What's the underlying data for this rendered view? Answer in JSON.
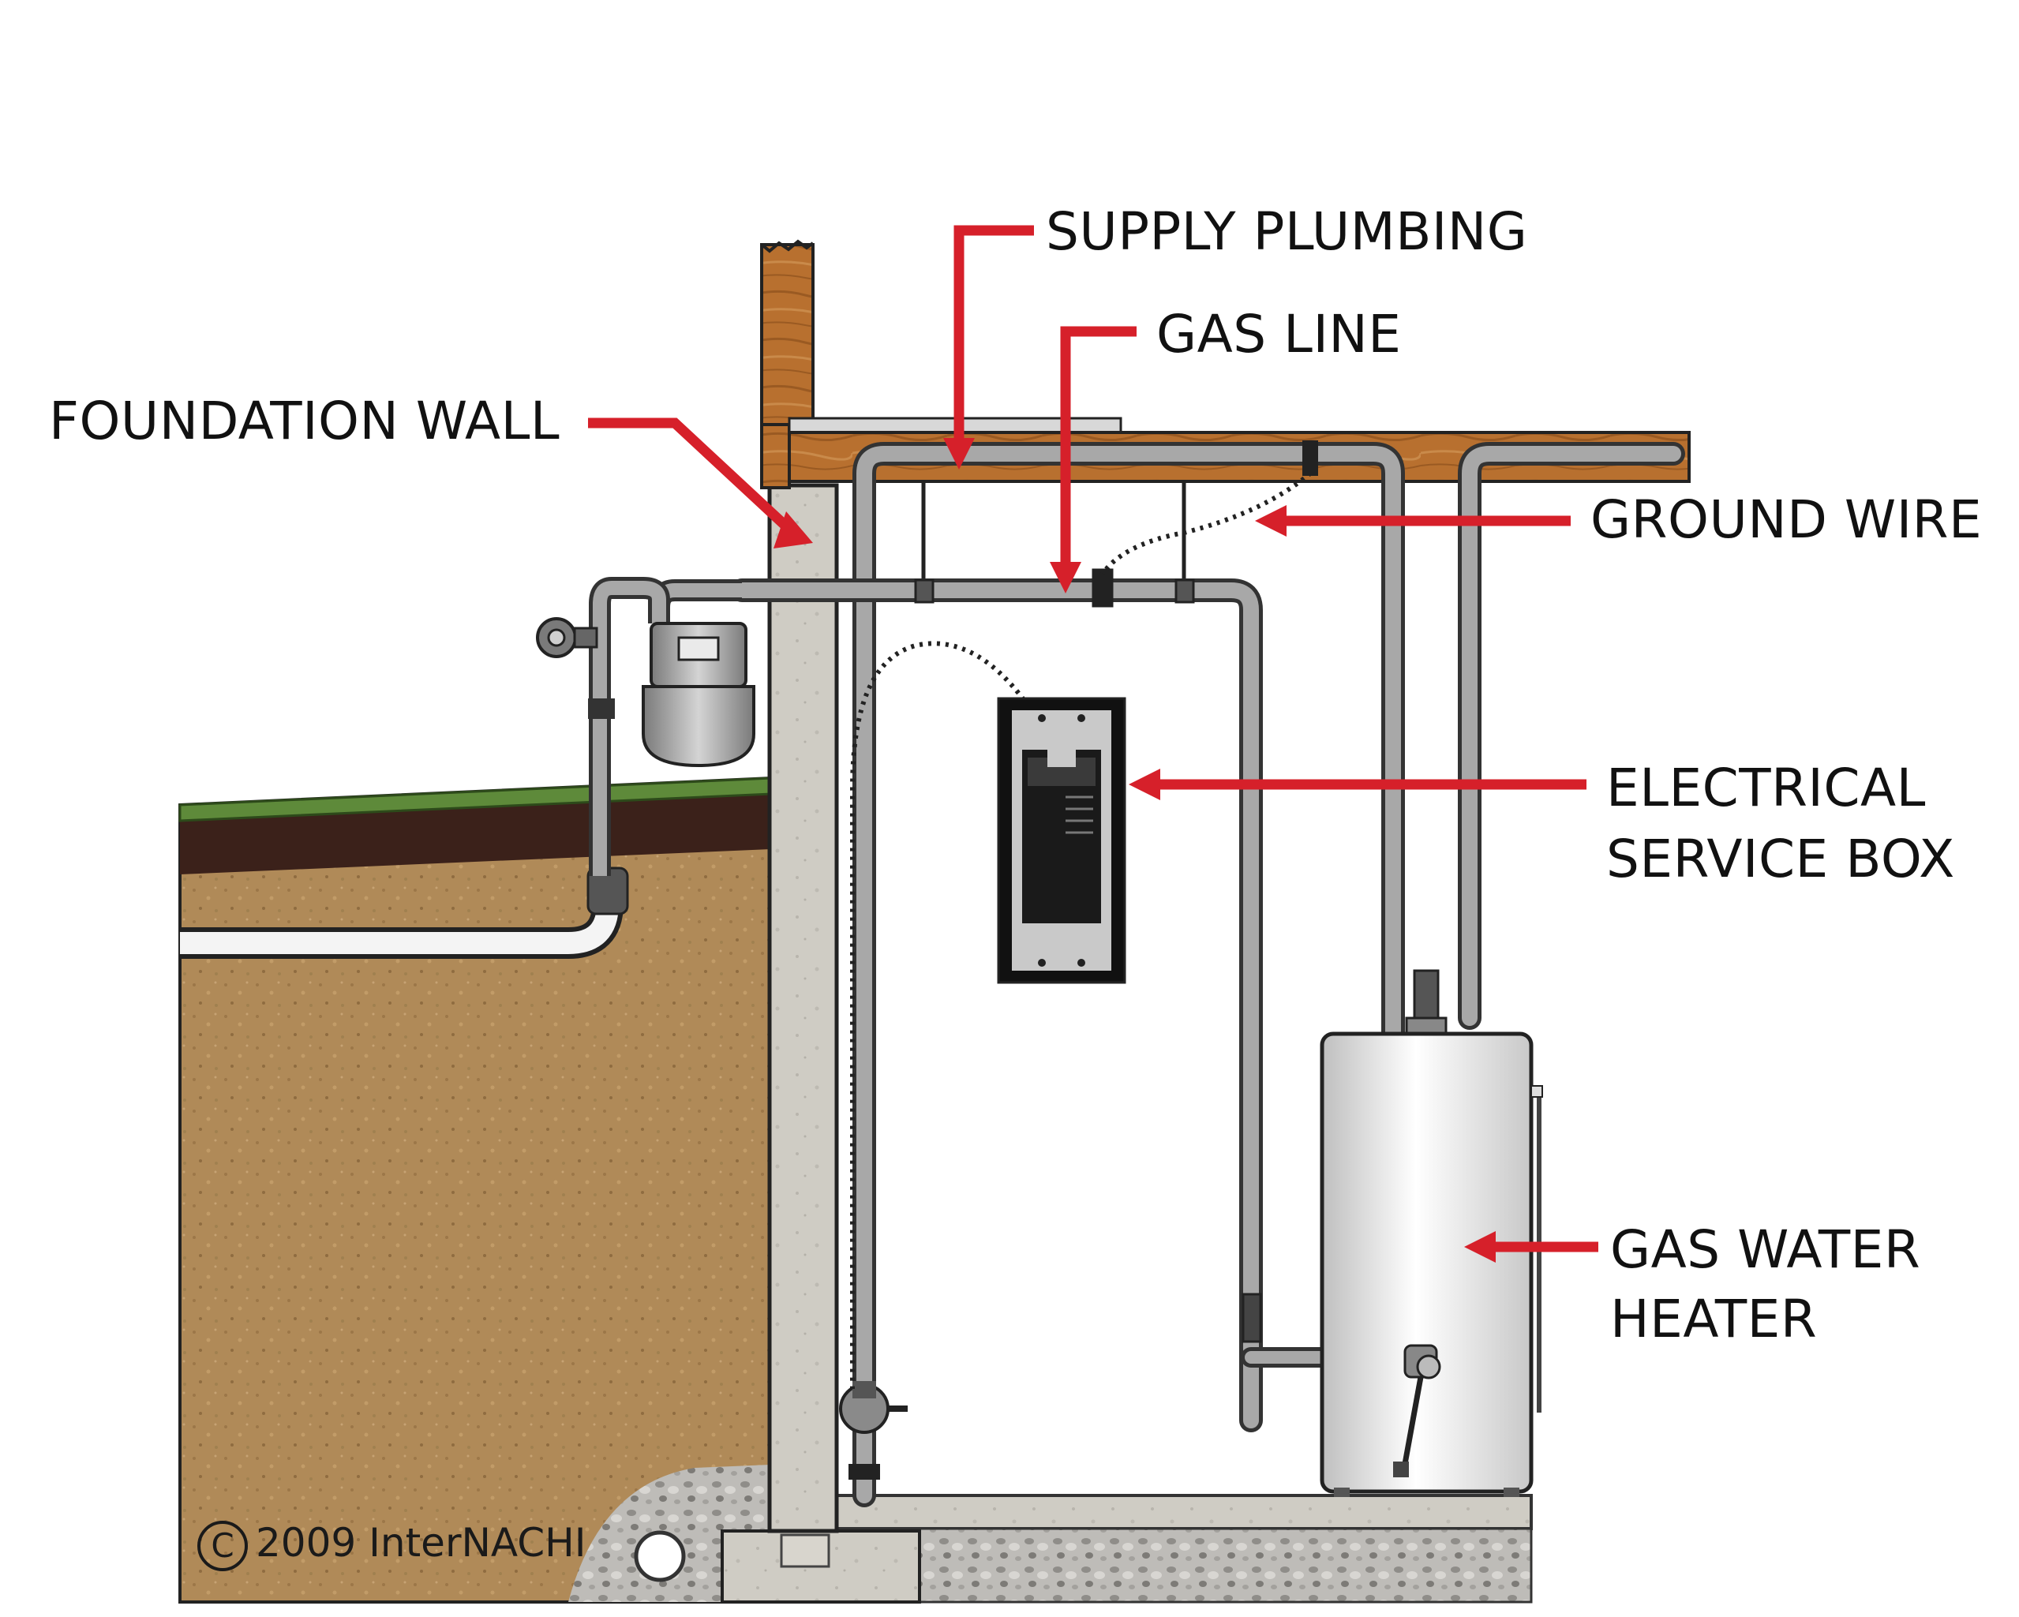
{
  "labels": {
    "supply_plumbing": "SUPPLY PLUMBING",
    "gas_line": "GAS LINE",
    "foundation_wall": "FOUNDATION WALL",
    "ground_wire": "GROUND WIRE",
    "electrical_line1": "ELECTRICAL",
    "electrical_line2": "SERVICE BOX",
    "heater_line1": "GAS WATER",
    "heater_line2": "HEATER"
  },
  "copyright": {
    "symbol": "C",
    "text": "2009 InterNACHI"
  },
  "colors": {
    "arrow": "#d6202a",
    "soil": "#b08a58",
    "topsoil": "#3b211a",
    "grass": "#5e8a3a",
    "concrete": "#cfccc4",
    "joist": "#b06a2e",
    "pipe": "#9a9a9a",
    "gravel": "#aaa9a6"
  }
}
